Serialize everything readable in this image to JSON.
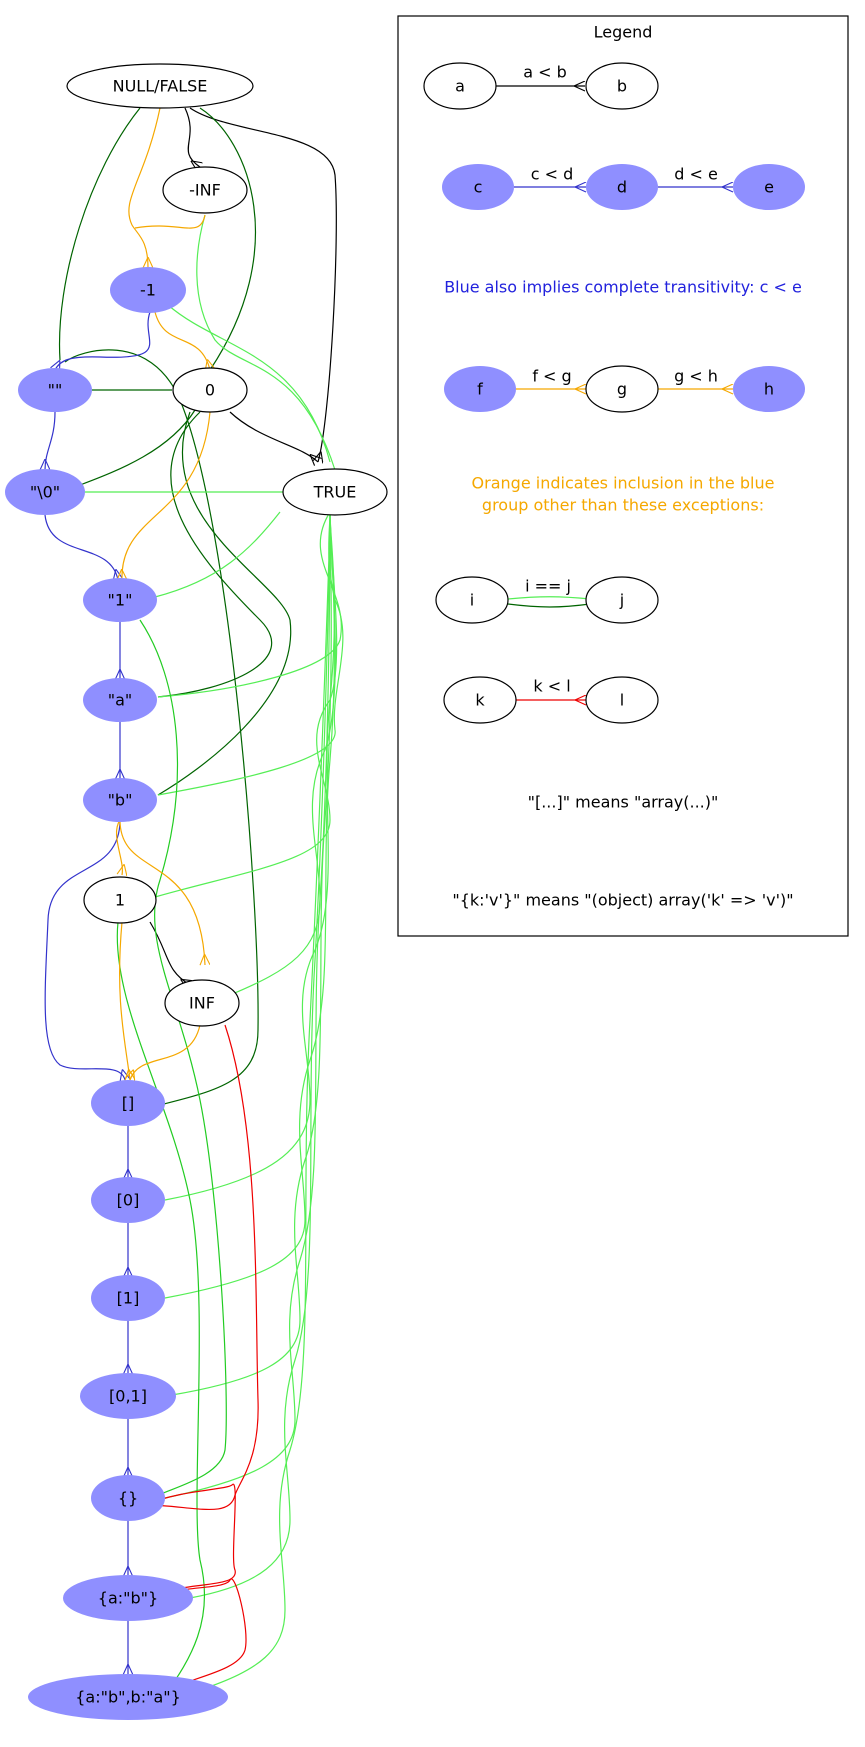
{
  "colors": {
    "black": "#000000",
    "blue": "#3333cc",
    "blue_fill": "#8f8fff",
    "orange": "#f5a800",
    "green_dark": "#006400",
    "green_light": "#55ee55",
    "green": "#22cc22",
    "red": "#ee0000"
  },
  "nodes": {
    "null_false": "NULL/FALSE",
    "neg_inf": "-INF",
    "neg_one": "-1",
    "empty_str": "\"\"",
    "zero": "0",
    "nul_str": "\"\\0\"",
    "true": "TRUE",
    "str_one": "\"1\"",
    "str_a": "\"a\"",
    "str_b": "\"b\"",
    "one": "1",
    "inf": "INF",
    "arr_empty": "[]",
    "arr_0": "[0]",
    "arr_1": "[1]",
    "arr_0_1": "[0,1]",
    "obj_empty": "{}",
    "obj_ab": "{a:\"b\"}",
    "obj_ab_ba": "{a:\"b\",b:\"a\"}"
  },
  "legend": {
    "title": "Legend",
    "a": "a",
    "b": "b",
    "ab_label": "a < b",
    "c": "c",
    "d": "d",
    "e": "e",
    "cd_label": "c < d",
    "de_label": "d < e",
    "blue_note": "Blue also implies complete transitivity: c < e",
    "f": "f",
    "g": "g",
    "h": "h",
    "fg_label": "f < g",
    "gh_label": "g < h",
    "orange_note_1": "Orange indicates inclusion in the blue",
    "orange_note_2": "group other than these exceptions:",
    "i": "i",
    "j": "j",
    "ij_label": "i == j",
    "k": "k",
    "l": "l",
    "kl_label": "k < l",
    "array_note": "\"[...]\" means \"array(...)\"",
    "object_note": "\"{k:'v'}\" means \"(object) array('k' => 'v')\""
  }
}
